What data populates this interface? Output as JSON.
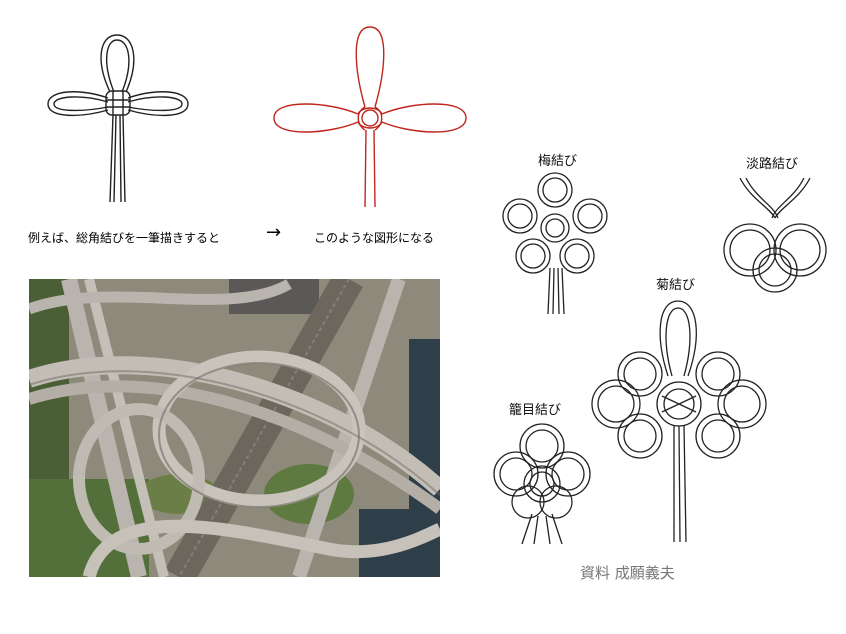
{
  "top_left": {
    "caption": "例えば、総角結びを一筆描きすると",
    "arrow": "→"
  },
  "top_right": {
    "caption": "このような図形になる",
    "stroke_color": "#c0261c"
  },
  "photo": {
    "subject": "highway-interchange-aerial"
  },
  "knots": {
    "ume": "梅結び",
    "awaji": "淡路結び",
    "kiku": "菊結び",
    "kagome": "籠目結び"
  },
  "source": "資料 成願義夫",
  "colors": {
    "cord": "#222222",
    "red": "#c0261c",
    "road": "#b9b4ad",
    "grass": "#4f6e34"
  }
}
